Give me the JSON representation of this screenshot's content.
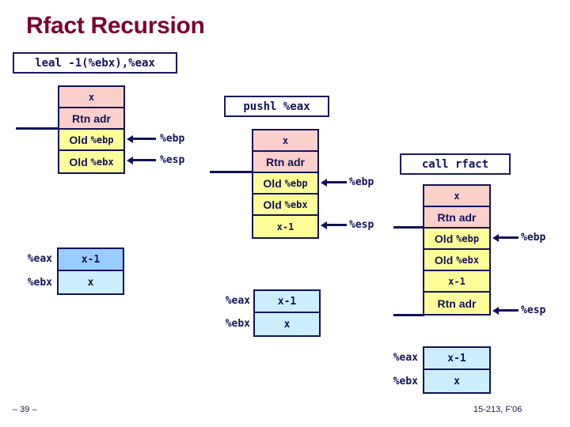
{
  "slide": {
    "title": "Rfact Recursion",
    "title_color": "#7B0032",
    "footer_left": "– 39 –",
    "footer_right": "15-213, F'06"
  },
  "colors": {
    "frame_border": "#12125a",
    "pink": "#FBD0CB",
    "yellow": "#FFFF99",
    "blue_dark": "#99CCFF",
    "blue_light": "#CCEEFF",
    "text": "#12125a"
  },
  "code_boxes": [
    {
      "name": "leal",
      "text": "leal -1(%ebx),%eax"
    },
    {
      "name": "pushl",
      "text": "pushl %eax"
    },
    {
      "name": "call",
      "text": "call rfact"
    }
  ],
  "stacks": [
    {
      "name": "stack-1",
      "cells": [
        {
          "text": "x",
          "fill": "pink",
          "style": "mono"
        },
        {
          "text": "Rtn adr",
          "fill": "pink",
          "style": "sans"
        },
        {
          "text": "Old %ebp",
          "fill": "yellow",
          "style": "mixed",
          "bold_part": "Old ",
          "mono_part": "%ebp"
        },
        {
          "text": "Old %ebx",
          "fill": "yellow",
          "style": "mixed",
          "bold_part": "Old ",
          "mono_part": "%ebx"
        }
      ],
      "pointers": [
        {
          "label": "%ebp",
          "row": 2
        },
        {
          "label": "%esp",
          "row": 3
        }
      ]
    },
    {
      "name": "stack-2",
      "cells": [
        {
          "text": "x",
          "fill": "pink",
          "style": "mono"
        },
        {
          "text": "Rtn adr",
          "fill": "pink",
          "style": "sans"
        },
        {
          "text": "Old %ebp",
          "fill": "yellow",
          "style": "mixed",
          "bold_part": "Old ",
          "mono_part": "%ebp"
        },
        {
          "text": "Old %ebx",
          "fill": "yellow",
          "style": "mixed",
          "bold_part": "Old ",
          "mono_part": "%ebx"
        },
        {
          "text": "x-1",
          "fill": "yellow",
          "style": "mono"
        }
      ],
      "pointers": [
        {
          "label": "%ebp",
          "row": 2
        },
        {
          "label": "%esp",
          "row": 4
        }
      ]
    },
    {
      "name": "stack-3",
      "cells": [
        {
          "text": "x",
          "fill": "pink",
          "style": "mono"
        },
        {
          "text": "Rtn adr",
          "fill": "pink",
          "style": "sans"
        },
        {
          "text": "Old %ebp",
          "fill": "yellow",
          "style": "mixed",
          "bold_part": "Old ",
          "mono_part": "%ebp"
        },
        {
          "text": "Old %ebx",
          "fill": "yellow",
          "style": "mixed",
          "bold_part": "Old ",
          "mono_part": "%ebx"
        },
        {
          "text": "x-1",
          "fill": "yellow",
          "style": "mono"
        },
        {
          "text": "Rtn adr",
          "fill": "yellow",
          "style": "sans"
        }
      ],
      "pointers": [
        {
          "label": "%ebp",
          "row": 2
        },
        {
          "label": "%esp",
          "row": 5
        }
      ]
    }
  ],
  "registers": [
    {
      "name": "registers-1",
      "rows": [
        {
          "label": "%eax",
          "value": "x-1",
          "fill": "blue_dark"
        },
        {
          "label": "%ebx",
          "value": "x",
          "fill": "blue_light"
        }
      ]
    },
    {
      "name": "registers-2",
      "rows": [
        {
          "label": "%eax",
          "value": "x-1",
          "fill": "blue_light"
        },
        {
          "label": "%ebx",
          "value": "x",
          "fill": "blue_light"
        }
      ]
    },
    {
      "name": "registers-3",
      "rows": [
        {
          "label": "%eax",
          "value": "x-1",
          "fill": "blue_light"
        },
        {
          "label": "%ebx",
          "value": "x",
          "fill": "blue_light"
        }
      ]
    }
  ]
}
